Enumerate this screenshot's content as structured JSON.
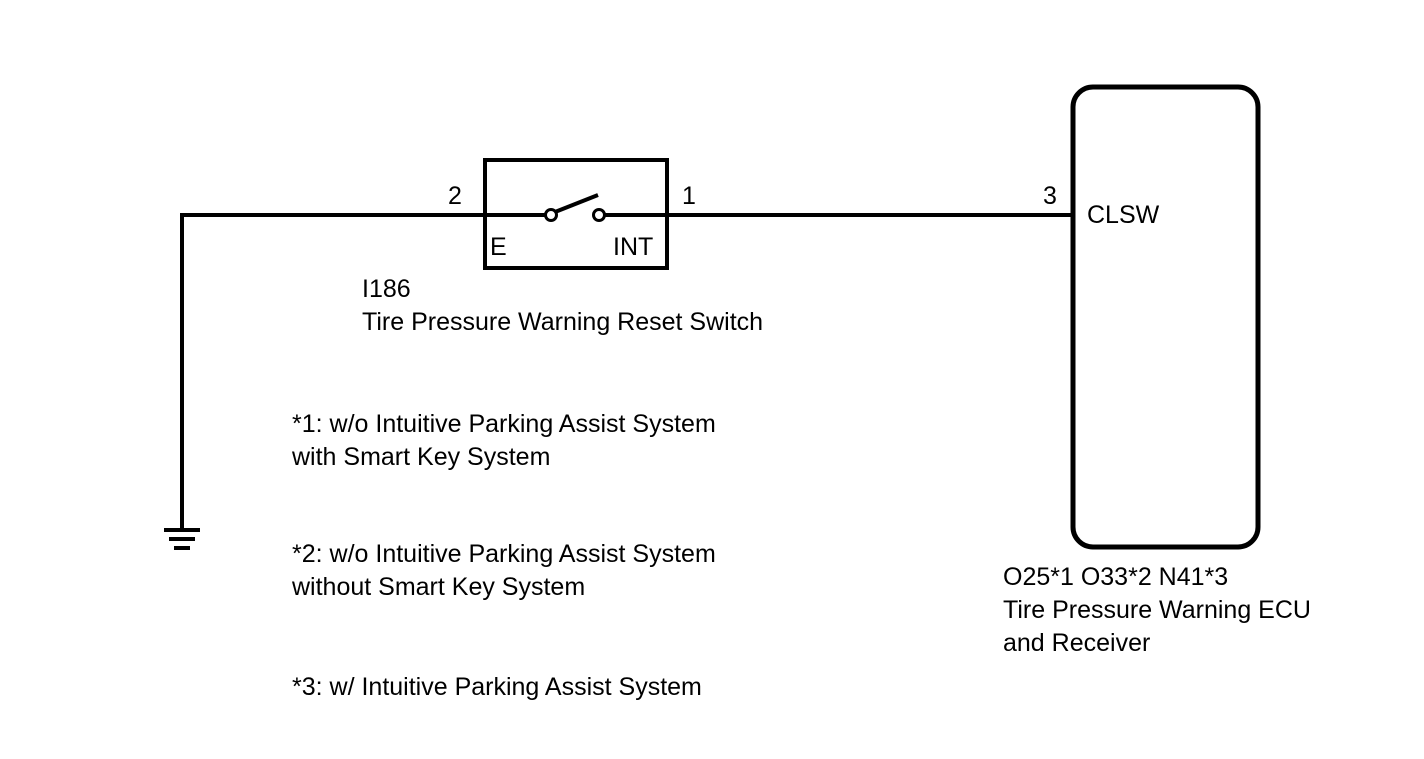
{
  "switch": {
    "connector": "I186",
    "name": "Tire Pressure Warning Reset Switch",
    "pin_left": "2",
    "pin_right": "1",
    "terminal_left": "E",
    "terminal_right": "INT"
  },
  "ecu": {
    "pin": "3",
    "terminal": "CLSW",
    "connectors": "O25*1 O33*2 N41*3",
    "name_line1": "Tire Pressure Warning ECU",
    "name_line2": "and Receiver"
  },
  "notes": {
    "note1_line1": "*1: w/o Intuitive Parking Assist System",
    "note1_line2": "with Smart Key System",
    "note2_line1": "*2: w/o Intuitive Parking Assist System",
    "note2_line2": "without Smart Key System",
    "note3_line1": "*3: w/ Intuitive Parking Assist System"
  },
  "colors": {
    "line": "#000000",
    "background": "#ffffff"
  }
}
